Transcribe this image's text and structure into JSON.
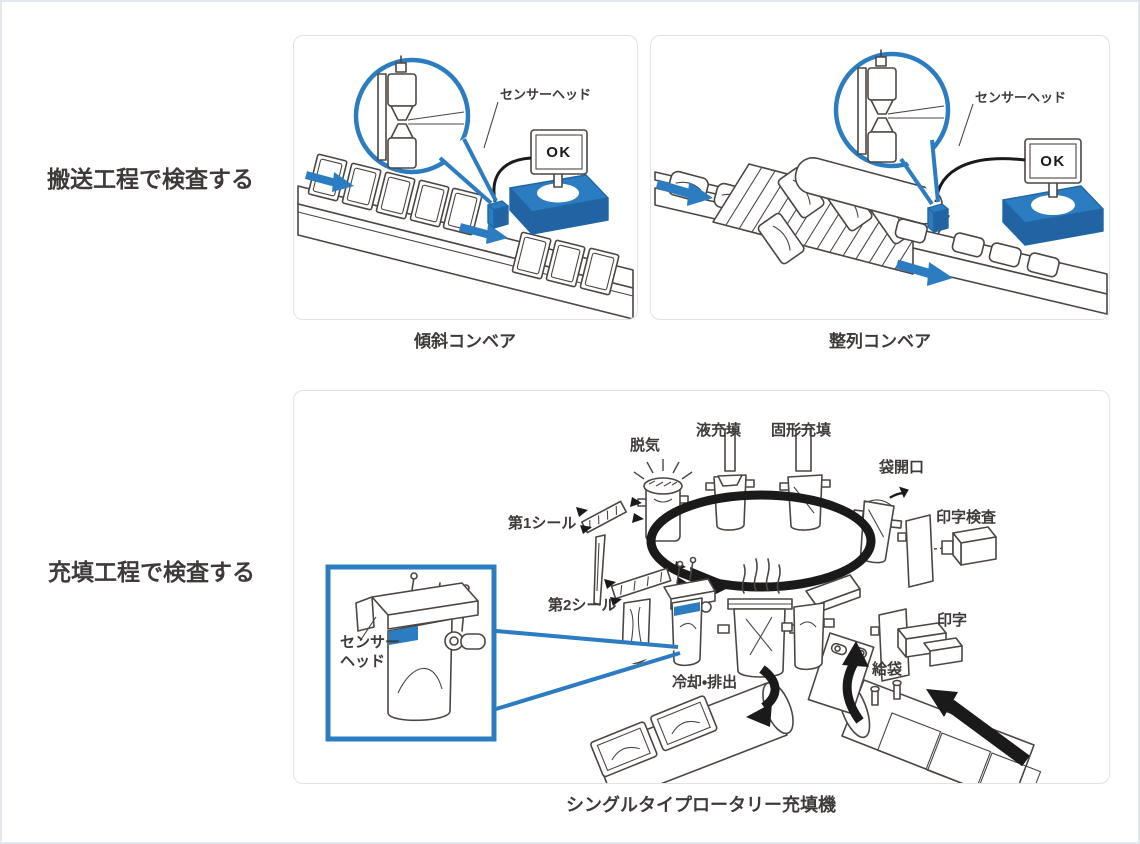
{
  "colors": {
    "accent_blue": "#2b7cc1",
    "accent_blue_dark": "#1e67a6",
    "line_color": "#4c4643",
    "text_color": "#3e3a39",
    "panel_border": "#e2e2e2",
    "arrow_black": "#1a1a1a"
  },
  "sections": {
    "transport": {
      "heading": "搬送工程で検査する",
      "panels": [
        {
          "caption": "傾斜コンベア",
          "sensor_head_label": "センサーヘッド",
          "monitor_text": "OK"
        },
        {
          "caption": "整列コンベア",
          "sensor_head_label": "センサーヘッド",
          "monitor_text": "OK"
        }
      ]
    },
    "filling": {
      "heading": "充填工程で検査する",
      "panel": {
        "caption": "シングルタイプロータリー充填機",
        "callout": {
          "label_line1": "センサー",
          "label_line2": "ヘッド"
        },
        "stations": [
          {
            "id": "deaeration",
            "label": "脱気"
          },
          {
            "id": "liquid-filling",
            "label": "液充填"
          },
          {
            "id": "solid-filling",
            "label": "固形充填"
          },
          {
            "id": "bag-opening",
            "label": "袋開口"
          },
          {
            "id": "print-inspection",
            "label": "印字検査"
          },
          {
            "id": "printing",
            "label": "印字"
          },
          {
            "id": "bag-feeding",
            "label": "給袋"
          },
          {
            "id": "cooling-discharge",
            "label": "冷却・排出"
          },
          {
            "id": "first-seal",
            "label": "第1シール"
          },
          {
            "id": "second-seal",
            "label": "第2シール"
          }
        ]
      }
    }
  }
}
